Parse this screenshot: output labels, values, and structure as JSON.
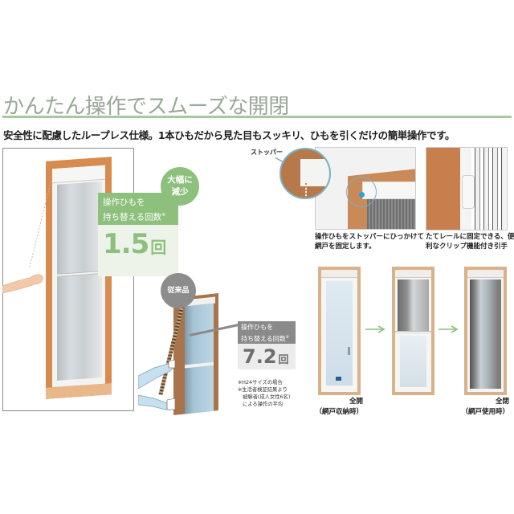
{
  "header": {
    "title": "かんたん操作でスムーズな開閉",
    "subtitle": "安全性に配慮したループレス仕様。1本ひもだから見た目もスッキリ、ひもを引くだけの簡単操作です。"
  },
  "new_product": {
    "badge_line1": "大幅に",
    "badge_line2": "減少",
    "callout_line1": "操作ひもを",
    "callout_line2": "持ち替える回数",
    "callout_mark": "※",
    "value": "1.5",
    "unit": "回",
    "accent_color": "#8dc07d"
  },
  "conventional": {
    "badge": "従来品",
    "callout_line1": "操作ひもを",
    "callout_line2": "持ち替える回数",
    "callout_mark": "※",
    "value": "7.2",
    "unit": "回",
    "notes": [
      "※H24サイズの場合",
      "※生活者検証結果より",
      "被験者(成人女性6名)",
      "による操作の平均"
    ]
  },
  "features": {
    "stopper_label": "ストッパー",
    "photo1_caption_line1": "操作ひもをストッパーにひっかけて",
    "photo1_caption_line2": "網戸を固定します。",
    "photo2_caption_line1": "たてレールに固定できる、便",
    "photo2_caption_line2": "利なクリップ機能付き引手"
  },
  "sequence": {
    "steps": [
      {
        "state": "全開",
        "detail": "（網戸収納時）"
      },
      {
        "state": "",
        "detail": ""
      },
      {
        "state": "全閉",
        "detail": "（網戸使用時）"
      }
    ],
    "arrow_color": "#8dbf7e"
  }
}
